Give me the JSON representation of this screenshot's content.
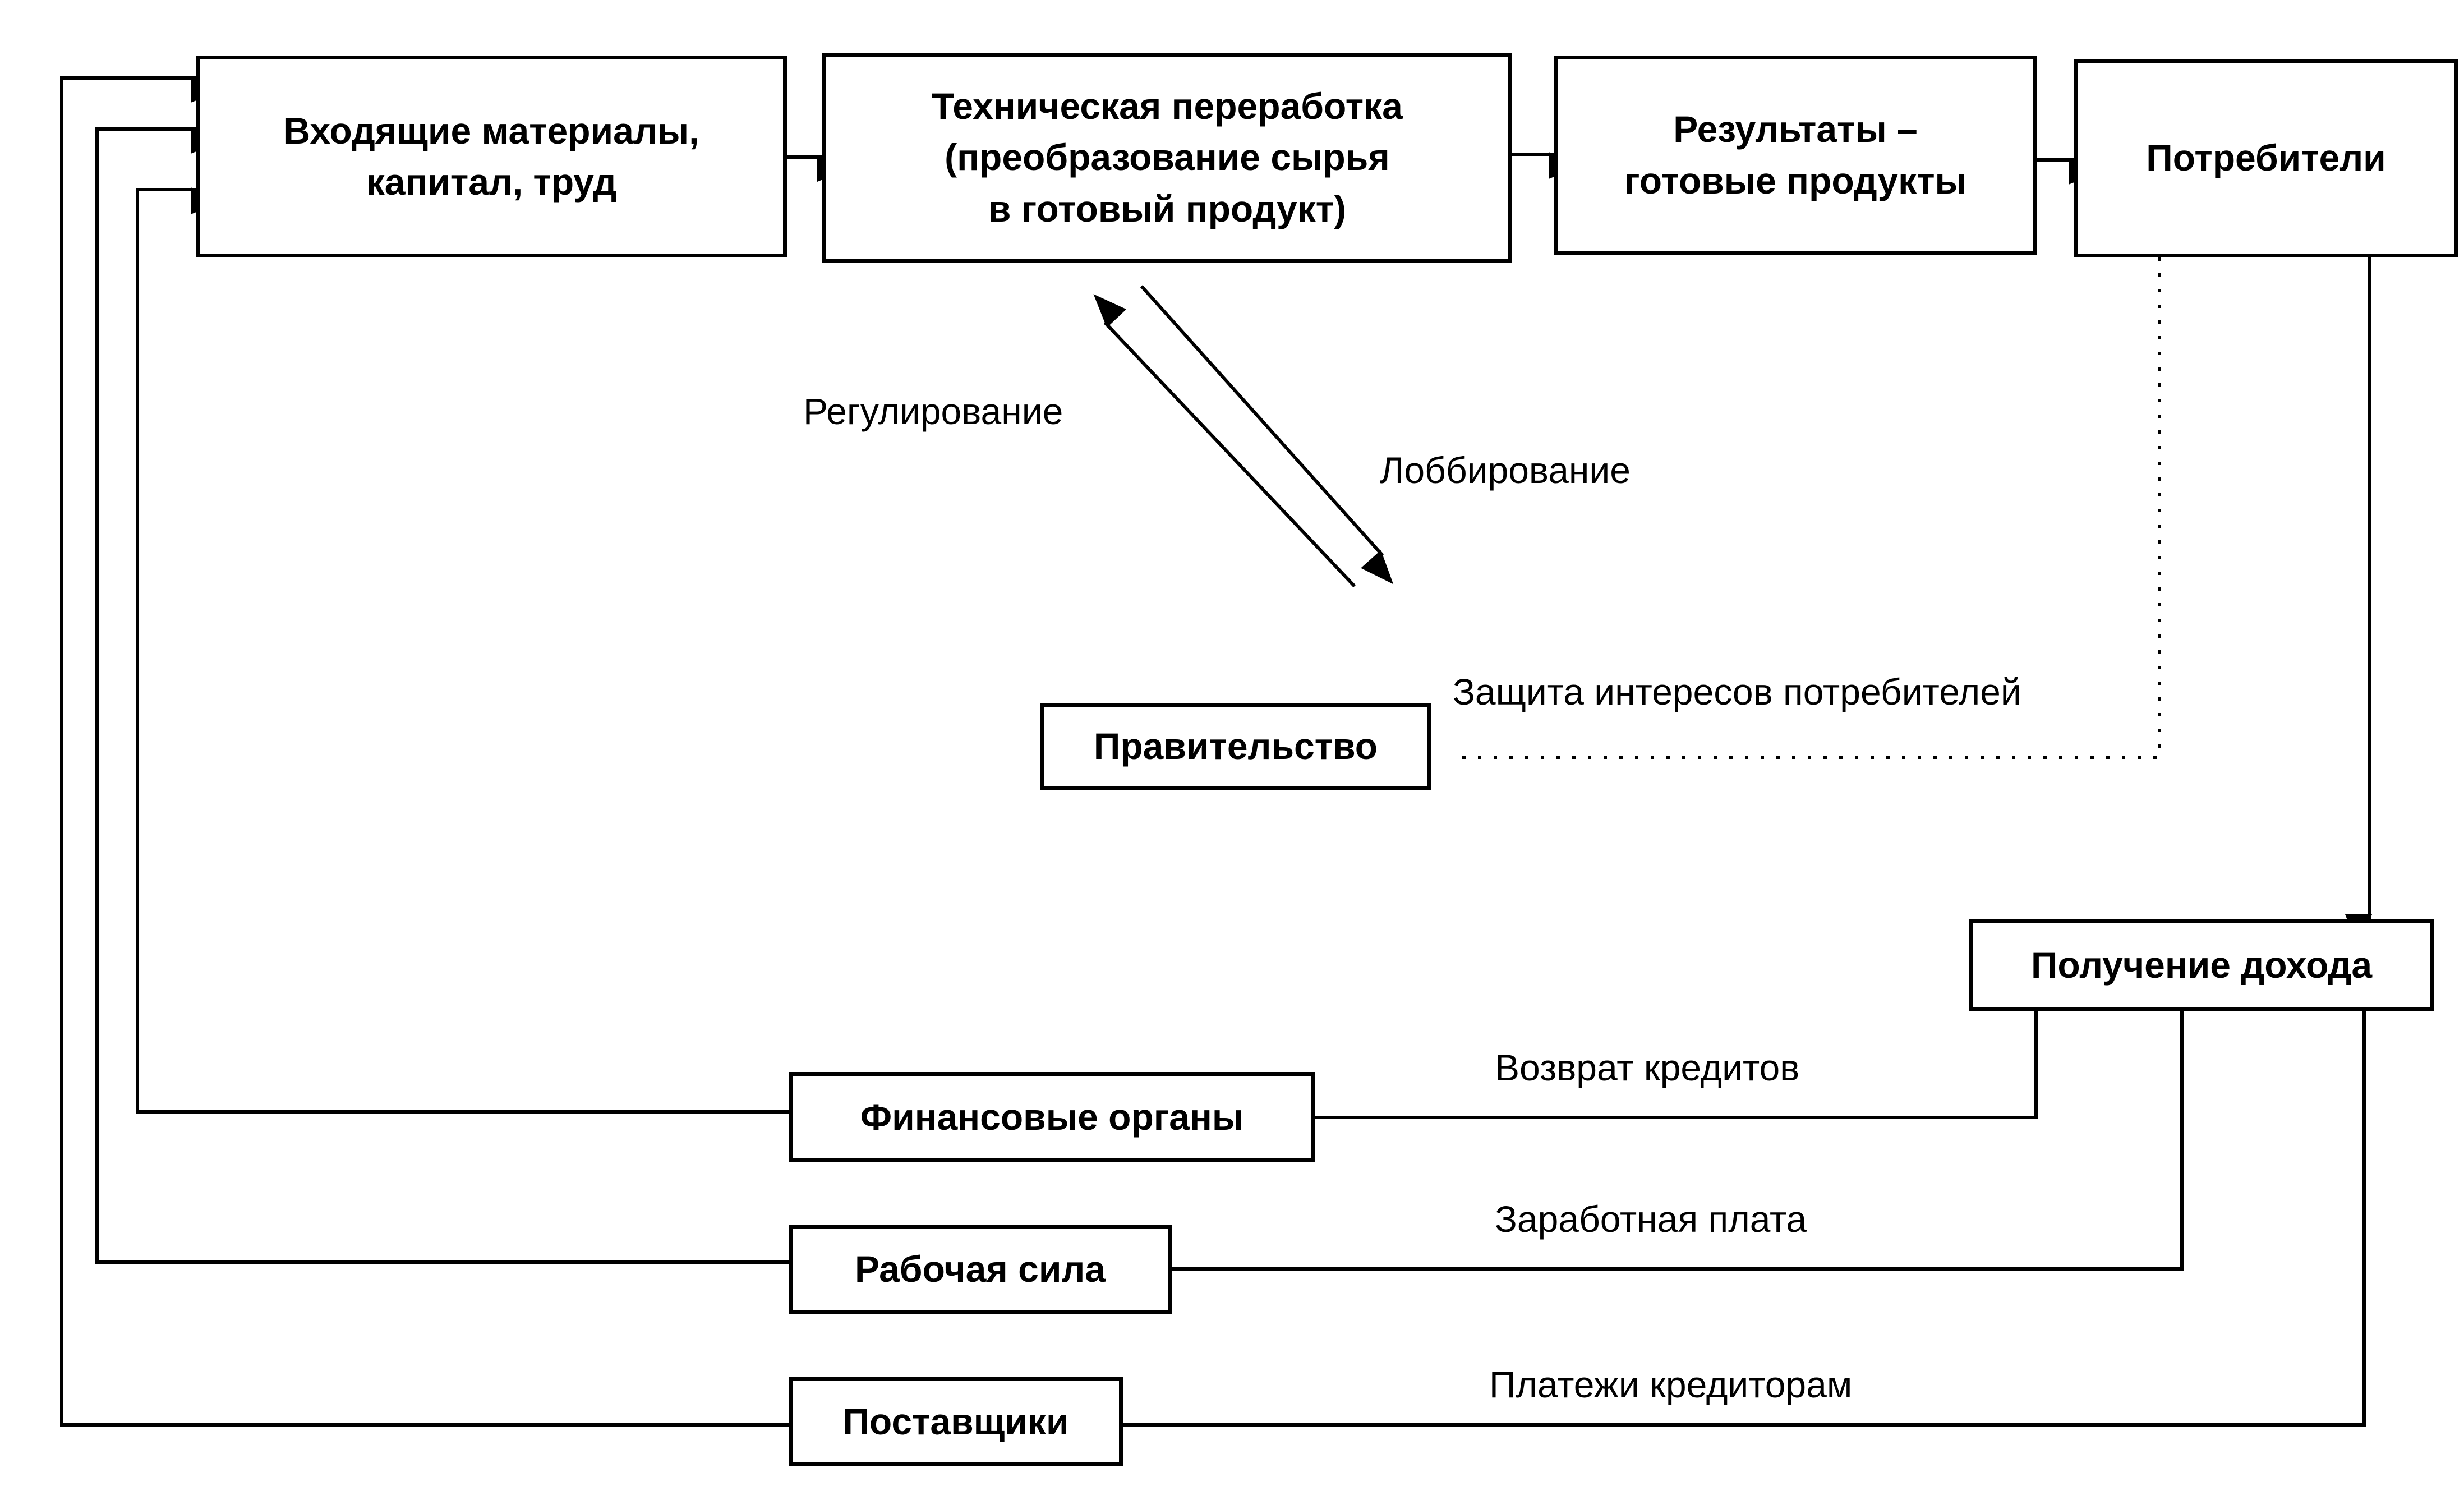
{
  "diagram": {
    "nodes": {
      "inputs": "Входящие материалы,\nкапитал, труд",
      "processing": "Техническая переработка\n(преобразование сырья\nв готовый продукт)",
      "results": "Результаты –\nготовые продукты",
      "consumers": "Потребители",
      "government": "Правительство",
      "income": "Получение дохода",
      "finance": "Финансовые органы",
      "labor": "Рабочая сила",
      "suppliers": "Поставщики"
    },
    "edge_labels": {
      "regulation": "Регулирование",
      "lobbying": "Лоббирование",
      "consumer_protection": "Защита интересов потребителей",
      "loan_repayment": "Возврат кредитов",
      "wages": "Заработная плата",
      "creditor_payments": "Платежи кредиторам"
    }
  }
}
